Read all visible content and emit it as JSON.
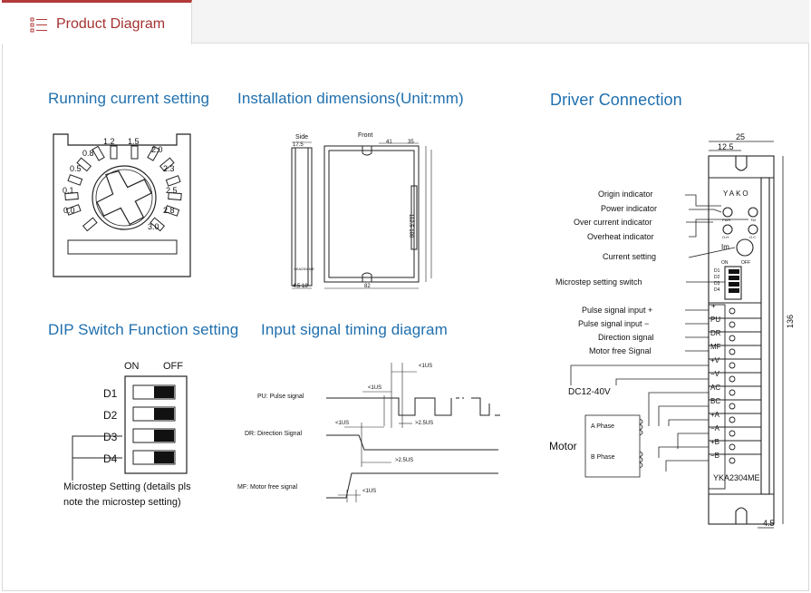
{
  "tab": {
    "label": "Product Diagram",
    "icon": "list-icon"
  },
  "headings": {
    "running_current": "Running current setting",
    "installation": "Installation dimensions(Unit:mm)",
    "driver_connection": "Driver Connection",
    "dip_switch": "DIP Switch Function setting",
    "timing": "Input signal timing diagram"
  },
  "dial": {
    "labels": [
      "1.2",
      "1.5",
      "2.0",
      "0.8",
      "2.3",
      "0.5",
      "2.5",
      "0.1",
      "2.8",
      "0.0",
      "3.0"
    ]
  },
  "installation": {
    "side": "Side",
    "front": "Front",
    "dim_side_top": "17.5",
    "dim_front_a": "41",
    "dim_front_b": "35",
    "dim_right": "112.5 100",
    "dim_bottom_side": "4.5 18",
    "dim_bottom_front": "82",
    "model_small": "YKA2304ME"
  },
  "dip": {
    "on": "ON",
    "off": "OFF",
    "rows": [
      "D1",
      "D2",
      "D3",
      "D4"
    ],
    "caption_line1": "Microstep Setting (details pls",
    "caption_line2": "note the microstep setting)"
  },
  "timing": {
    "pu": "PU: Pulse signal",
    "dr": "DR: Direction Signal",
    "mf": "MF: Motor free signal",
    "t1": "<1US",
    "t2": "<1US",
    "t3": "<1US",
    "t4": ">2.5US",
    "t5": ">2.5US",
    "t6": "<1US"
  },
  "driver": {
    "dim_width": "25",
    "dim_half": "12.5",
    "dim_height": "136",
    "dim_bottom": "4.5",
    "brand": "YAKO",
    "model": "YKA2304ME",
    "indicators": [
      "Origin indicator",
      "Power indicator",
      "Over current indicator",
      "Overheat indicator"
    ],
    "led_top": [
      "PWR",
      "TM"
    ],
    "led_bottom": [
      "O.H",
      "O.C"
    ],
    "current_setting": "Current setting",
    "im": "Im",
    "switch_on": "ON",
    "switch_off": "OFF",
    "switch_rows": [
      "D1",
      "D2",
      "D3",
      "D4"
    ],
    "microstep": "Microstep setting switch",
    "signals": [
      "Pulse signal input +",
      "Pulse signal input −",
      "Direction signal",
      "Motor free Signal"
    ],
    "terminals": [
      "+",
      "PU",
      "DR",
      "MF",
      "+V",
      "−V",
      "AC",
      "BC",
      "+A",
      "−A",
      "+B",
      "−B"
    ],
    "dc": "DC12-40V",
    "motor": "Motor",
    "a_phase": "A Phase",
    "b_phase": "B Phase"
  }
}
